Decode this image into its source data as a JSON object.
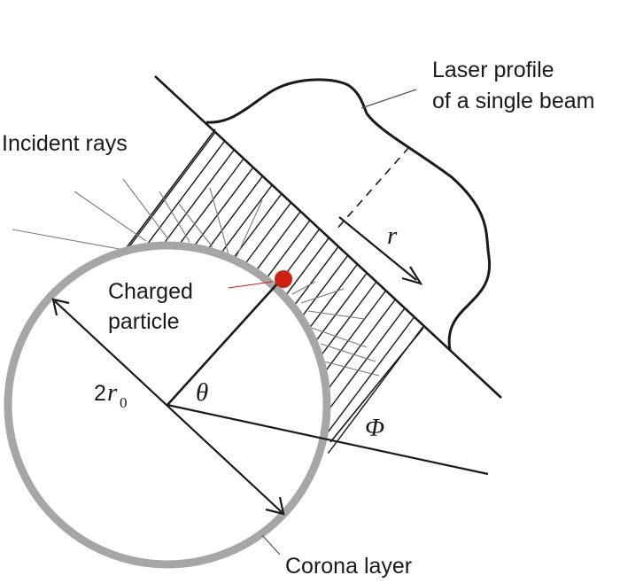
{
  "labels": {
    "laser_profile_line1": "Laser profile",
    "laser_profile_line2": "of a single beam",
    "incident_rays": "Incident rays",
    "charged_particle_line1": "Charged",
    "charged_particle_line2": "particle",
    "diameter_coeff": "2",
    "diameter_var": "r",
    "diameter_sub": "0",
    "theta": "θ",
    "phi": "Φ",
    "radius": "r",
    "corona_layer": "Corona layer"
  },
  "colors": {
    "ink": "#1a1a1a",
    "circle": "#a6a6a6",
    "ray": "#7a7a7a",
    "particle": "#cc2014"
  }
}
